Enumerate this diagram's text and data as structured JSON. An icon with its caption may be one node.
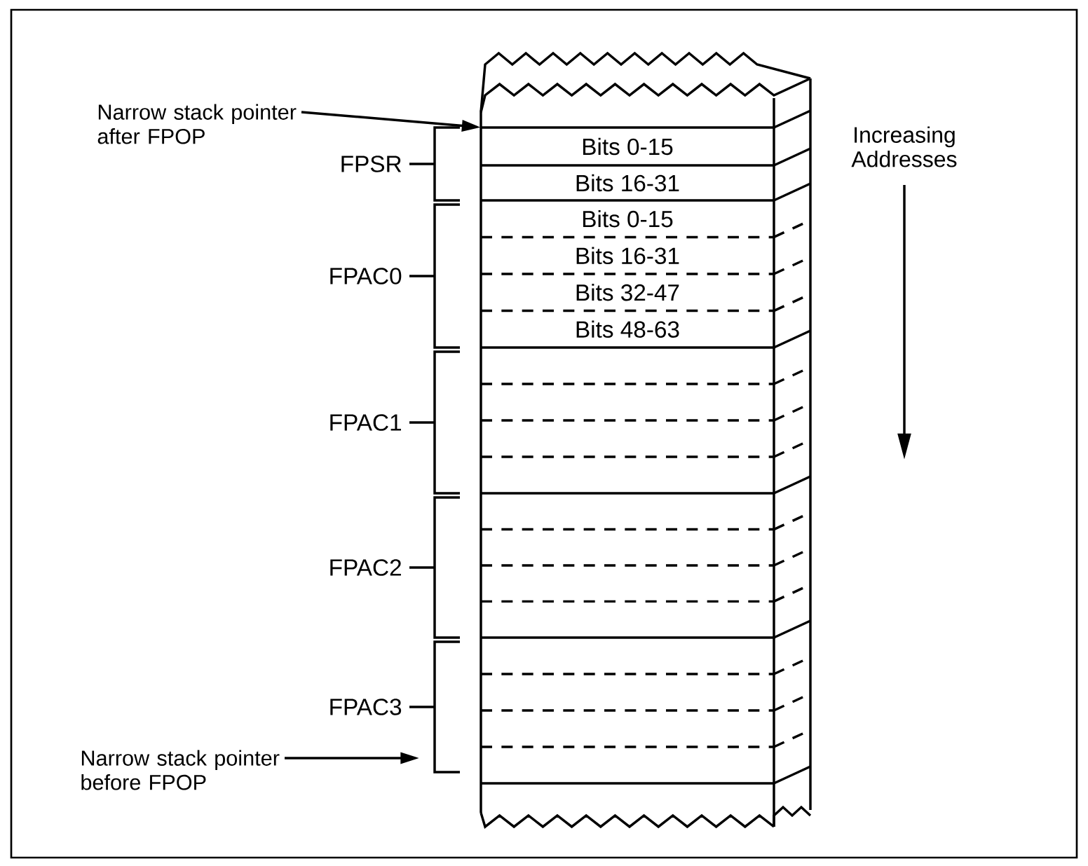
{
  "diagram": {
    "nodes": [
      {
        "text": [
          "Narrow stack pointer after FPOP"
        ]
      },
      {
        "text": [
          "Narrow stack pointer before FPOP"
        ]
      },
      {
        "text": [
          "Bits 0-15"
        ]
      },
      {
        "text": [
          "Bits 16-31"
        ]
      },
      {
        "text": [
          "Bits 0-15"
        ]
      },
      {
        "text": [
          "Bits 16-31"
        ]
      },
      {
        "text": [
          "Bits 32-47"
        ]
      },
      {
        "text": [
          "Bits 48-63"
        ]
      },
      {
        "text": [],
        "shape": "box"
      },
      {
        "text": [],
        "shape": "box"
      },
      {
        "text": [],
        "shape": "box"
      },
      {
        "text": [],
        "shape": "box"
      },
      {
        "text": [],
        "shape": "box"
      },
      {
        "text": [],
        "shape": "box"
      },
      {
        "text": [],
        "shape": "box"
      },
      {
        "text": [],
        "shape": "box"
      },
      {
        "text": [],
        "shape": "box"
      },
      {
        "text": [],
        "shape": "box"
      },
      {
        "text": [],
        "shape": "box"
      },
      {
        "text": [],
        "shape": "box"
      }
    ],
    "edges": [
      {
        "from": 0,
        "to": 2,
        "arrow": "to"
      },
      {
        "from": 1,
        "to": null,
        "arrow": "to"
      }
    ],
    "labels": [
      "FPSR",
      "FPAC0",
      "FPAC1",
      "FPAC2",
      "FPAC3",
      "Increasing Addresses"
    ]
  }
}
